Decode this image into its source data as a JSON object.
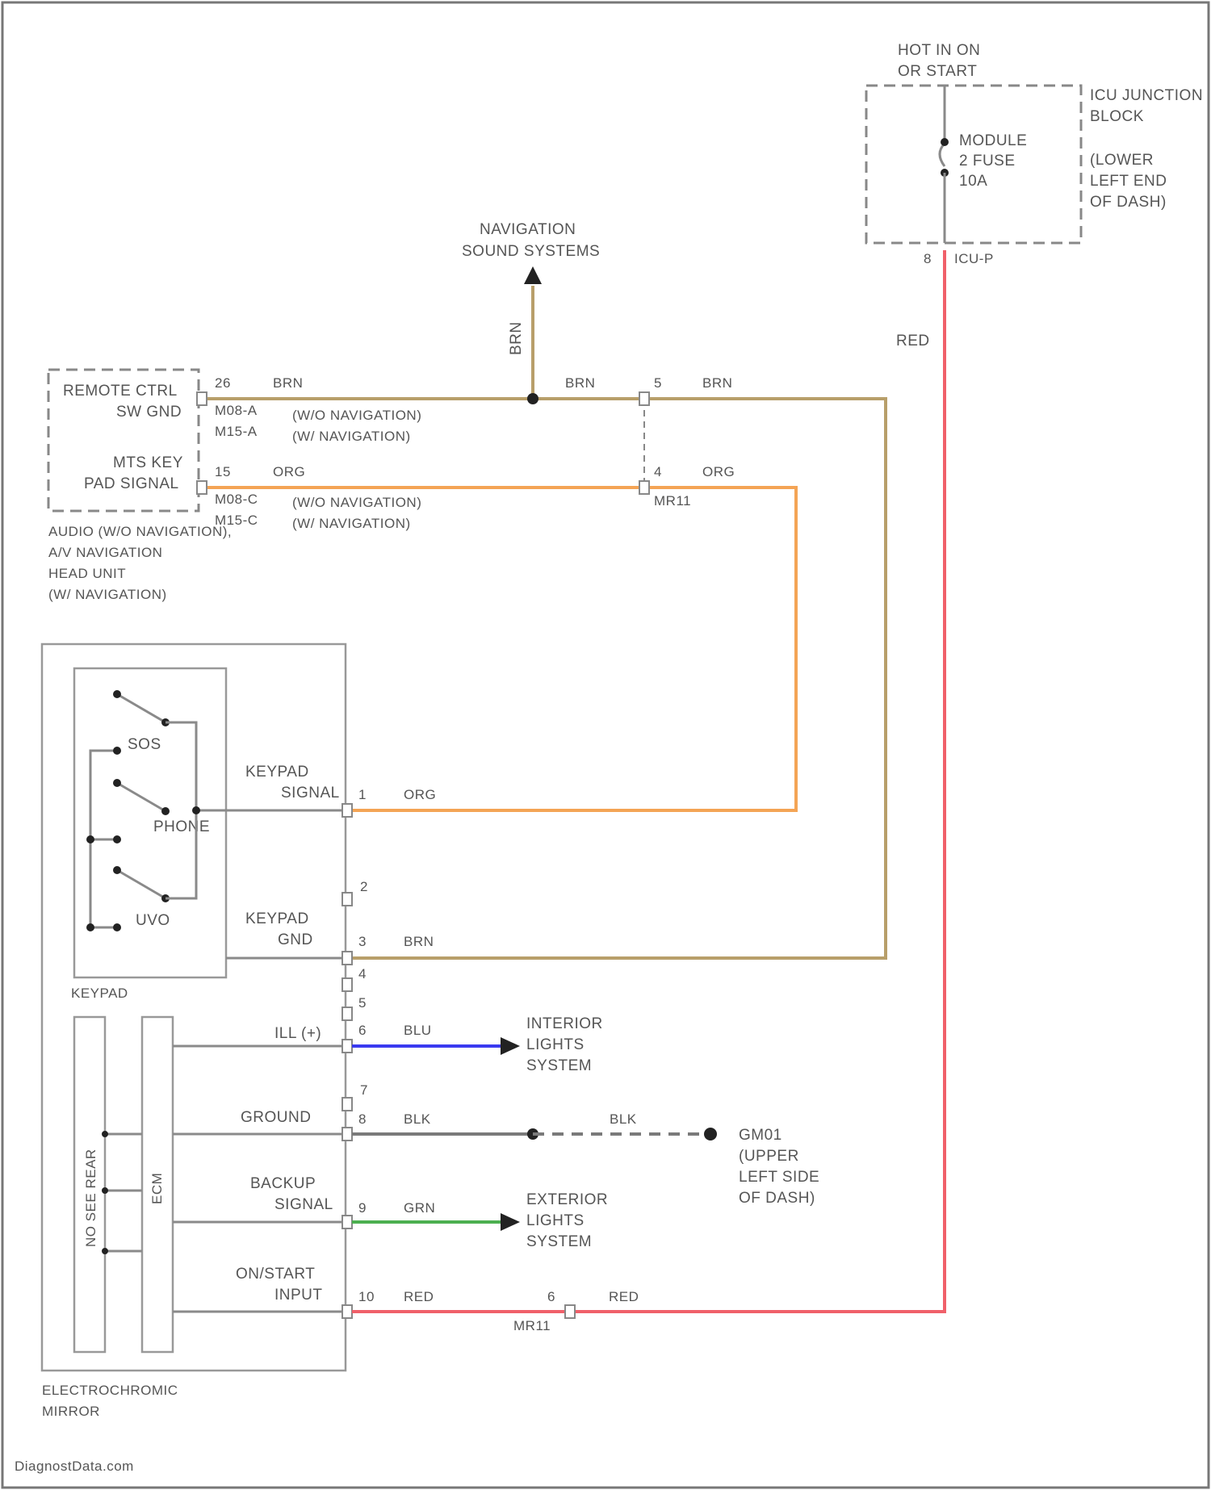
{
  "colors": {
    "brn": "#b89f6a",
    "org": "#f4a455",
    "red": "#f0606a",
    "blu": "#3a3af0",
    "grn": "#4caf50",
    "blk": "#6a6a6a",
    "outline": "#888888"
  },
  "junction": {
    "hot_line1": "HOT IN ON",
    "hot_line2": "OR START",
    "name_line1": "ICU JUNCTION",
    "name_line2": "BLOCK",
    "loc_line1": "(LOWER",
    "loc_line2": "LEFT END",
    "loc_line3": "OF DASH)",
    "fuse_line1": "MODULE",
    "fuse_line2": "2 FUSE",
    "fuse_line3": "10A",
    "pin": "8",
    "connector": "ICU-P"
  },
  "wires": {
    "red_vertical": "RED",
    "brn_vertical": "BRN"
  },
  "nav": {
    "line1": "NAVIGATION",
    "line2": "SOUND SYSTEMS"
  },
  "head_unit": {
    "label1_line1": "REMOTE CTRL",
    "label1_line2": "SW GND",
    "label2_line1": "MTS KEY",
    "label2_line2": "PAD SIGNAL",
    "pin1": "26",
    "wire1": "BRN",
    "conn1a": "M08-A",
    "conn1b": "M15-A",
    "note1a": "(W/O NAVIGATION)",
    "note1b": "(W/ NAVIGATION)",
    "pin2": "15",
    "wire2": "ORG",
    "conn2a": "M08-C",
    "conn2b": "M15-C",
    "note2a": "(W/O NAVIGATION)",
    "note2b": "(W/ NAVIGATION)",
    "name_line1": "AUDIO (W/O NAVIGATION),",
    "name_line2": "A/V NAVIGATION",
    "name_line3": "HEAD UNIT",
    "name_line4": "(W/ NAVIGATION)"
  },
  "splice": {
    "brn_mid": "BRN",
    "pin5": "5",
    "brn_right": "BRN",
    "pin4": "4",
    "org_right": "ORG",
    "connector": "MR11"
  },
  "keypad": {
    "sos": "SOS",
    "phone": "PHONE",
    "uvo": "UVO",
    "name": "KEYPAD"
  },
  "mirror": {
    "sig_line1": "KEYPAD",
    "sig_line2": "SIGNAL",
    "pin1": "1",
    "wire1": "ORG",
    "pin2": "2",
    "gnd_line1": "KEYPAD",
    "gnd_line2": "GND",
    "pin3": "3",
    "wire3": "BRN",
    "pin4": "4",
    "pin5": "5",
    "ill_label": "ILL (+)",
    "pin6": "6",
    "wire6": "BLU",
    "pin7": "7",
    "ground_label": "GROUND",
    "pin8": "8",
    "wire8": "BLK",
    "backup_line1": "BACKUP",
    "backup_line2": "SIGNAL",
    "pin9": "9",
    "wire9": "GRN",
    "onstart_line1": "ON/START",
    "onstart_line2": "INPUT",
    "pin10": "10",
    "wire10": "RED",
    "ecm_text": "ECM",
    "sensor_text": "NO SEE REAR",
    "name_line1": "ELECTROCHROMIC",
    "name_line2": "MIRROR"
  },
  "interior": {
    "line1": "INTERIOR",
    "line2": "LIGHTS",
    "line3": "SYSTEM"
  },
  "exterior": {
    "line1": "EXTERIOR",
    "line2": "LIGHTS",
    "line3": "SYSTEM"
  },
  "ground": {
    "wire": "BLK",
    "id": "GM01",
    "loc_line1": "(UPPER",
    "loc_line2": "LEFT SIDE",
    "loc_line3": "OF DASH)"
  },
  "bottom": {
    "pin": "6",
    "wire": "RED",
    "connector": "MR11"
  },
  "watermark": "DiagnostData.com"
}
